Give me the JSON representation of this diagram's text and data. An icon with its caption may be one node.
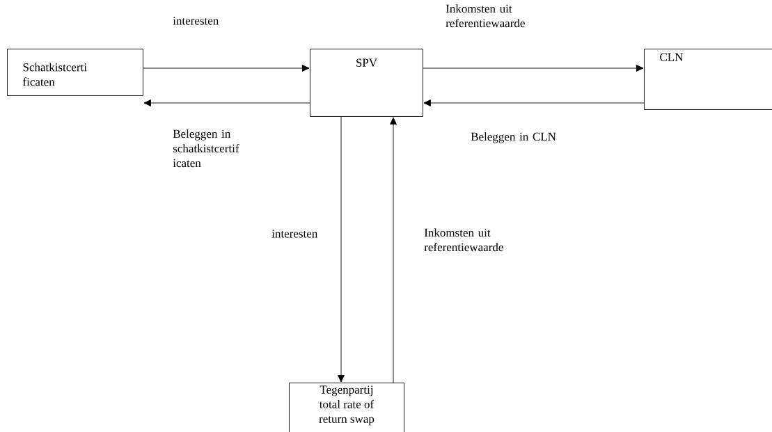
{
  "diagram": {
    "nodes": [
      {
        "text": [
          "Schatkistcerti ficaten"
        ]
      },
      {
        "text": [
          "SPV"
        ]
      },
      {
        "text": [
          "CLN"
        ]
      },
      {
        "text": [
          "Tegenpartij total rate of return swap"
        ]
      }
    ],
    "edges": [
      {
        "from": 0,
        "to": 1,
        "arrow": "to",
        "label": "interesten"
      },
      {
        "from": 1,
        "to": 0,
        "arrow": "to",
        "label": "Beleggen in schatkistcertif icaten"
      },
      {
        "from": 1,
        "to": 2,
        "arrow": "to",
        "label": "Inkomsten uit referentiewaarde"
      },
      {
        "from": 2,
        "to": 1,
        "arrow": "to",
        "label": "Beleggen in CLN"
      },
      {
        "from": 1,
        "to": 3,
        "arrow": "to",
        "label": "interesten"
      },
      {
        "from": 3,
        "to": 1,
        "arrow": "to",
        "label": "Inkomsten uit referentiewaarde"
      }
    ]
  }
}
